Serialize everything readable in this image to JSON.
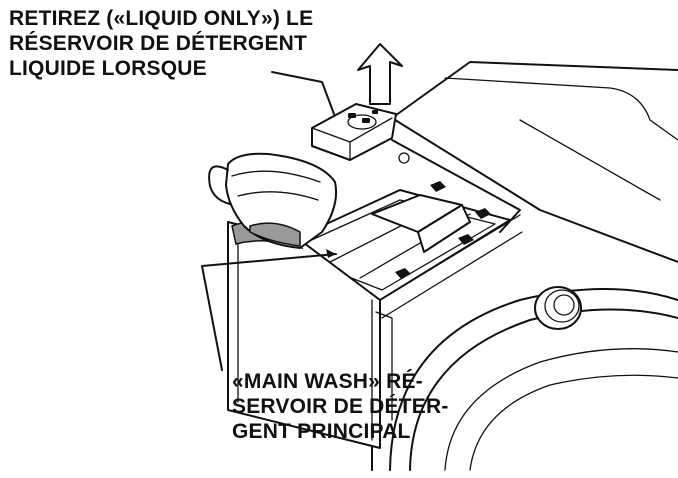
{
  "callouts": {
    "top": {
      "lines": [
        "RETIREZ («LIQUID ONLY») LE",
        "RÉSERVOIR DE DÉTERGENT",
        "LIQUIDE LORSQUE"
      ]
    },
    "bottom": {
      "lines": [
        "«MAIN WASH» RÉ-",
        "SERVOIR DE DÉTER-",
        "GENT PRINCIPAL"
      ]
    }
  },
  "colors": {
    "ink": "#111111",
    "background": "#ffffff",
    "detergent_shade": "#9a9a9a"
  },
  "icons": [
    "up-arrow-icon"
  ]
}
